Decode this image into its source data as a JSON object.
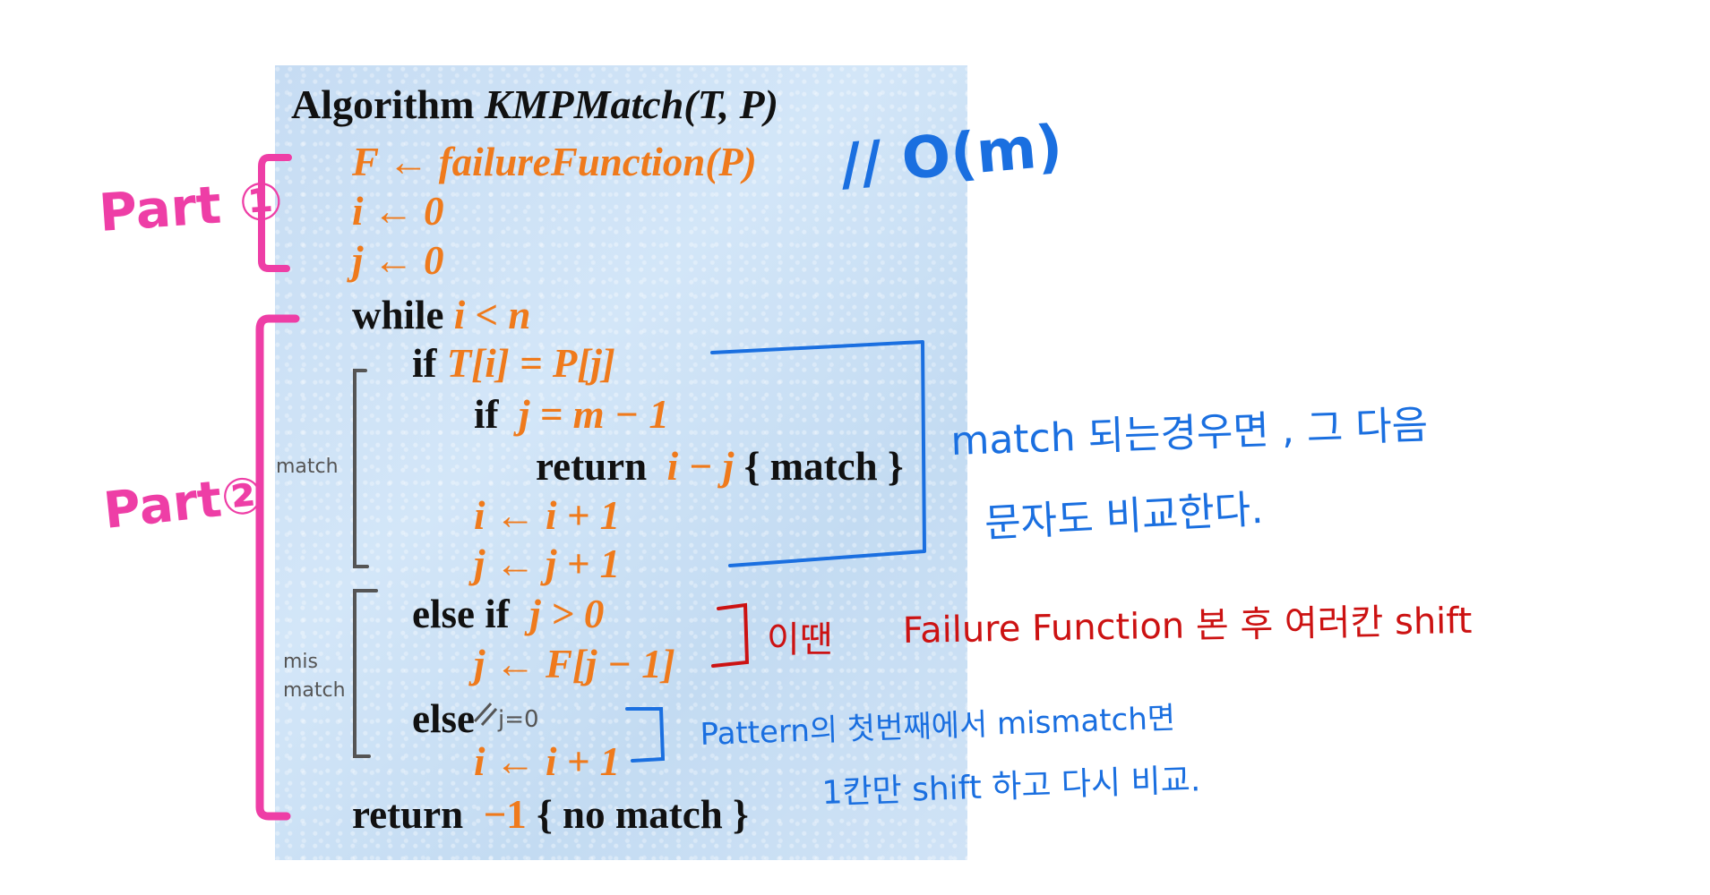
{
  "algorithm": {
    "title_keyword": "Algorithm",
    "title_name": "KMPMatch",
    "title_args": "(T, P)",
    "lines": [
      {
        "id": "l1",
        "parts": [
          {
            "t": "F ← failureFunction(P)",
            "c": "or",
            "i": true
          }
        ]
      },
      {
        "id": "l2",
        "parts": [
          {
            "t": "i ← 0",
            "c": "or",
            "i": true
          }
        ]
      },
      {
        "id": "l3",
        "parts": [
          {
            "t": "j ← 0",
            "c": "or",
            "i": true
          }
        ]
      },
      {
        "id": "l4",
        "parts": [
          {
            "t": "while ",
            "c": "blk",
            "i": false
          },
          {
            "t": "i < n",
            "c": "or",
            "i": true
          }
        ]
      },
      {
        "id": "l5",
        "parts": [
          {
            "t": "if ",
            "c": "blk",
            "i": false
          },
          {
            "t": "T[i] = P[j]",
            "c": "or",
            "i": true
          }
        ]
      },
      {
        "id": "l6",
        "parts": [
          {
            "t": "if ",
            "c": "blk",
            "i": false
          },
          {
            "t": " j = m − 1",
            "c": "or",
            "i": true
          }
        ]
      },
      {
        "id": "l7",
        "parts": [
          {
            "t": "return  ",
            "c": "blk",
            "i": false
          },
          {
            "t": "i − j",
            "c": "or",
            "i": true
          },
          {
            "t": " { match }",
            "c": "blk",
            "i": false
          }
        ]
      },
      {
        "id": "l8",
        "parts": [
          {
            "t": "i ← i + 1",
            "c": "or",
            "i": true
          }
        ]
      },
      {
        "id": "l9",
        "parts": [
          {
            "t": "j ← j + 1",
            "c": "or",
            "i": true
          }
        ]
      },
      {
        "id": "l10",
        "parts": [
          {
            "t": "else if ",
            "c": "blk",
            "i": false
          },
          {
            "t": " j > 0",
            "c": "or",
            "i": true
          }
        ]
      },
      {
        "id": "l11",
        "parts": [
          {
            "t": "j ← F[j − 1]",
            "c": "or",
            "i": true
          }
        ]
      },
      {
        "id": "l12",
        "parts": [
          {
            "t": "else",
            "c": "blk",
            "i": false
          }
        ]
      },
      {
        "id": "l13",
        "parts": [
          {
            "t": "i ← i + 1",
            "c": "or",
            "i": true
          }
        ]
      },
      {
        "id": "l14",
        "parts": [
          {
            "t": "return  ",
            "c": "blk",
            "i": false
          },
          {
            "t": "−1",
            "c": "or",
            "i": false
          },
          {
            "t": " { no match }",
            "c": "blk",
            "i": false
          }
        ]
      }
    ]
  },
  "annotations": {
    "part1": "Part ①",
    "part2": "Part②",
    "complexity": "// O(m)",
    "match_label": "match",
    "mismatch_label_1": "mis",
    "mismatch_label_2": "match",
    "else_note": "j=0",
    "match_note_1": "match 되는경우면 , 그 다음",
    "match_note_2": "문자도 비교한다.",
    "elseif_note_1": "이땐",
    "elseif_note_2": "Failure Function 본 후 여러칸 shift",
    "else_note_1": "Pattern의 첫번째에서 mismatch면",
    "else_note_2": "1칸만 shift 하고 다시 비교."
  },
  "colors": {
    "code_black": "#111111",
    "code_orange": "#ef7a1c",
    "pink_ink": "#ee3ea6",
    "blue_ink": "#1a6fe0",
    "red_ink": "#cc1212",
    "gray_ink": "#555555"
  }
}
